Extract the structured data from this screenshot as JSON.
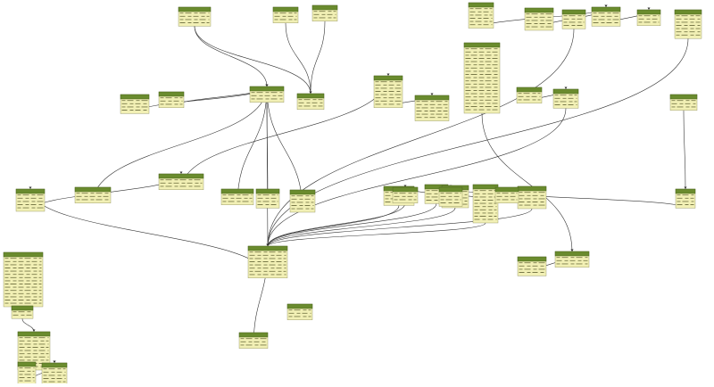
{
  "diagram": {
    "title": "",
    "colors": {
      "header": "#6a8b2e",
      "body": "#f2f0b5",
      "edge": "#333333"
    },
    "nodes": [
      {
        "id": "n1",
        "title": "",
        "fields": [
          "",
          "",
          "",
          ""
        ]
      },
      {
        "id": "n2",
        "title": "",
        "fields": [
          "",
          "",
          ""
        ]
      },
      {
        "id": "n3",
        "title": "",
        "fields": [
          "",
          "",
          ""
        ]
      },
      {
        "id": "n4",
        "title": "",
        "fields": [
          "",
          "",
          "",
          ""
        ]
      },
      {
        "id": "n5",
        "title": "",
        "fields": [
          "",
          "",
          ""
        ]
      },
      {
        "id": "n6",
        "title": "",
        "fields": [
          "",
          "",
          ""
        ]
      },
      {
        "id": "n7",
        "title": "",
        "fields": [
          "",
          "",
          ""
        ]
      },
      {
        "id": "n8",
        "title": "",
        "fields": [
          "",
          "",
          ""
        ]
      },
      {
        "id": "n9",
        "title": "",
        "fields": [
          "",
          "",
          ""
        ]
      },
      {
        "id": "n10",
        "title": "",
        "fields": [
          "",
          "",
          "",
          ""
        ]
      },
      {
        "id": "n11",
        "title": "",
        "fields": [
          "",
          "",
          "",
          "",
          ""
        ]
      },
      {
        "id": "n12",
        "title": "",
        "fields": [
          "",
          "",
          "",
          "",
          "",
          "",
          "",
          ""
        ]
      },
      {
        "id": "n13",
        "title": "",
        "fields": [
          "",
          "",
          ""
        ]
      },
      {
        "id": "n14",
        "title": "",
        "fields": [
          "",
          "",
          ""
        ]
      },
      {
        "id": "n15",
        "title": "",
        "fields": [
          "",
          "",
          "",
          "",
          "",
          "",
          "",
          "",
          "",
          "",
          "",
          "",
          "",
          "",
          ""
        ]
      },
      {
        "id": "n16",
        "title": "",
        "fields": [
          "",
          ""
        ]
      },
      {
        "id": "n17",
        "title": "",
        "fields": [
          "",
          "",
          "",
          "",
          "",
          "",
          "",
          "",
          "",
          ""
        ]
      },
      {
        "id": "n18",
        "title": "",
        "fields": [
          "",
          "",
          "",
          "",
          ""
        ]
      },
      {
        "id": "n19",
        "title": "",
        "fields": [
          "",
          "",
          "",
          "",
          ""
        ]
      },
      {
        "id": "n20",
        "title": "",
        "fields": [
          "",
          "",
          "",
          "",
          ""
        ]
      },
      {
        "id": "n21",
        "title": "",
        "fields": [
          "",
          "",
          ""
        ]
      },
      {
        "id": "n22",
        "title": "",
        "fields": [
          "",
          "",
          "",
          "",
          "",
          "",
          "",
          ""
        ]
      },
      {
        "id": "n23",
        "title": "",
        "fields": [
          "",
          "",
          "",
          "",
          "",
          ""
        ]
      },
      {
        "id": "n24",
        "title": "",
        "fields": [
          "",
          "",
          "",
          ""
        ]
      },
      {
        "id": "n25",
        "title": "",
        "fields": [
          "",
          "",
          "",
          ""
        ]
      },
      {
        "id": "n26",
        "title": "",
        "fields": [
          "",
          "",
          "",
          "",
          ""
        ]
      },
      {
        "id": "n27",
        "title": "",
        "fields": [
          "",
          "",
          "",
          "",
          "",
          "",
          "",
          "",
          "",
          ""
        ]
      },
      {
        "id": "n28",
        "title": "",
        "fields": [
          "",
          "",
          "",
          "",
          ""
        ]
      },
      {
        "id": "n29",
        "title": "",
        "fields": [
          "",
          "",
          "",
          ""
        ]
      },
      {
        "id": "n30",
        "title": "",
        "fields": [
          "",
          "",
          ""
        ]
      },
      {
        "id": "n31",
        "title": "",
        "fields": [
          "",
          "",
          "",
          "",
          "",
          "",
          "",
          "",
          "",
          "",
          "",
          "",
          "",
          "",
          "",
          "",
          "",
          "",
          "",
          ""
        ]
      },
      {
        "id": "n32",
        "title": "",
        "fields": [
          "",
          "",
          "",
          "",
          "",
          ""
        ]
      },
      {
        "id": "n33",
        "title": "",
        "fields": [
          "",
          "",
          "",
          "",
          ""
        ]
      },
      {
        "id": "n34",
        "title": "",
        "fields": [
          "",
          "",
          "",
          ""
        ]
      },
      {
        "id": "n35",
        "title": "",
        "fields": [
          "",
          "",
          "",
          ""
        ]
      },
      {
        "id": "n36",
        "title": "",
        "fields": [
          "",
          "",
          ""
        ]
      },
      {
        "id": "n37",
        "title": "",
        "fields": [
          "",
          "",
          "",
          "",
          "",
          "",
          ""
        ]
      },
      {
        "id": "n38",
        "title": "",
        "fields": [
          "",
          "",
          ""
        ]
      },
      {
        "id": "n39",
        "title": "",
        "fields": [
          "",
          "",
          "",
          ""
        ]
      },
      {
        "id": "n40",
        "title": "",
        "fields": [
          "",
          "",
          ""
        ]
      },
      {
        "id": "n41",
        "title": "",
        "fields": [
          "",
          "",
          "",
          ""
        ]
      },
      {
        "id": "n42",
        "title": "",
        "fields": [
          "",
          "",
          "",
          ""
        ]
      },
      {
        "id": "n43",
        "title": "",
        "fields": [
          "",
          "",
          ""
        ]
      },
      {
        "id": "n44",
        "title": "",
        "fields": [
          "",
          "",
          ""
        ]
      }
    ],
    "edges": [
      {
        "from": "n1",
        "to": "n7",
        "label": ""
      },
      {
        "from": "n1",
        "to": "n5",
        "label": ""
      },
      {
        "from": "n2",
        "to": "n7",
        "label": ""
      },
      {
        "from": "n3",
        "to": "n7",
        "label": ""
      },
      {
        "from": "n4",
        "to": "n5",
        "label": ""
      },
      {
        "from": "n6",
        "to": "n5",
        "label": ""
      },
      {
        "from": "n8",
        "to": "n5",
        "label": ""
      },
      {
        "from": "n9",
        "to": "n5",
        "label": ""
      },
      {
        "from": "n10",
        "to": "n5",
        "label": ""
      },
      {
        "from": "n11",
        "to": "n5",
        "label": ""
      },
      {
        "from": "n5",
        "to": "n12",
        "label": ""
      },
      {
        "from": "n14",
        "to": "n12",
        "label": ""
      },
      {
        "from": "n15",
        "to": "n16",
        "label": ""
      },
      {
        "from": "n16",
        "to": "n17",
        "label": ""
      },
      {
        "from": "n17",
        "to": "n19",
        "label": ""
      },
      {
        "from": "n18",
        "to": "n19",
        "label": ""
      },
      {
        "from": "n12",
        "to": "n20",
        "label": ""
      },
      {
        "from": "n20",
        "to": "n21",
        "label": ""
      },
      {
        "from": "n21",
        "to": "n22",
        "label": ""
      },
      {
        "from": "n22",
        "to": "n23",
        "label": ""
      },
      {
        "from": "n24",
        "to": "n12",
        "label": ""
      },
      {
        "from": "n25",
        "to": "n12",
        "label": ""
      },
      {
        "from": "n26",
        "to": "n12",
        "label": ""
      },
      {
        "from": "n27",
        "to": "n12",
        "label": ""
      },
      {
        "from": "n28",
        "to": "n12",
        "label": ""
      },
      {
        "from": "n29",
        "to": "n30",
        "label": ""
      },
      {
        "from": "n31",
        "to": "n30",
        "label": ""
      },
      {
        "from": "n32",
        "to": "n35",
        "label": ""
      },
      {
        "from": "n33",
        "to": "n35",
        "label": ""
      },
      {
        "from": "n34",
        "to": "n12",
        "label": ""
      },
      {
        "from": "n35",
        "to": "n36",
        "label": ""
      },
      {
        "from": "n37",
        "to": "n12",
        "label": ""
      },
      {
        "from": "n38",
        "to": "n39",
        "label": ""
      },
      {
        "from": "n40",
        "to": "n41",
        "label": ""
      },
      {
        "from": "n41",
        "to": "n42",
        "label": ""
      },
      {
        "from": "n43",
        "to": "n44",
        "label": ""
      },
      {
        "from": "n44",
        "to": "n12",
        "label": ""
      },
      {
        "from": "n39",
        "to": "n12",
        "label": ""
      }
    ]
  }
}
